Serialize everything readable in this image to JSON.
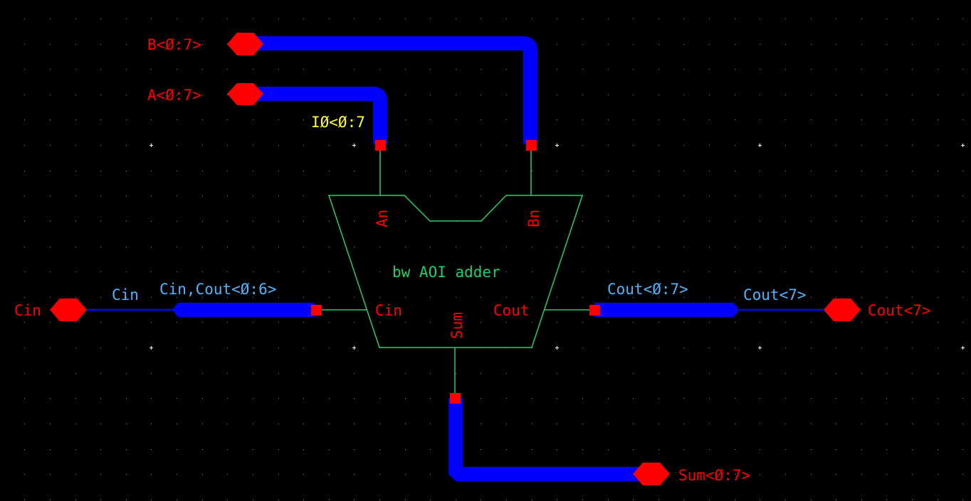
{
  "colors": {
    "background": "#000000",
    "grid_dot": "#8a8a8a",
    "grid_major": "#ffffff",
    "bus_wire": "#0000ff",
    "pin": "#ff0000",
    "pin_label": "#ff0000",
    "net_label": "#4fb4ff",
    "instance_label": "#ffff33",
    "symbol_outline": "#1fcf6a",
    "symbol_text": "#1fcf6a"
  },
  "pins": [
    {
      "name": "B<Ø:7>",
      "direction": "input"
    },
    {
      "name": "A<Ø:7>",
      "direction": "input"
    },
    {
      "name": "Cin",
      "direction": "input"
    },
    {
      "name": "Cout<7>",
      "direction": "output"
    },
    {
      "name": "Sum<Ø:7>",
      "direction": "output"
    }
  ],
  "instance": {
    "name": "IØ<Ø:7",
    "label": "bw AOI adder",
    "terminals": {
      "an": "An",
      "bn": "Bn",
      "cin": "Cin",
      "cout": "Cout",
      "sum": "Sum"
    }
  },
  "net_labels": {
    "cin_wire": "Cin",
    "cin_bus": "Cin,Cout<Ø:6>",
    "cout_bus": "Cout<Ø:7>",
    "cout_wire": "Cout<7>"
  }
}
